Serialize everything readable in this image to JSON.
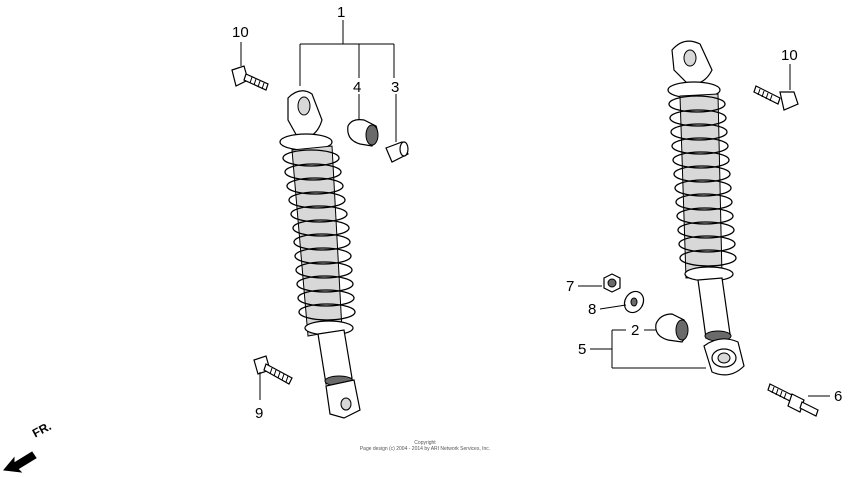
{
  "callouts": {
    "c1": "1",
    "c2": "2",
    "c3": "3",
    "c4": "4",
    "c5": "5",
    "c6": "6",
    "c7": "7",
    "c8": "8",
    "c9": "9",
    "c10_left": "10",
    "c10_right": "10"
  },
  "direction_label": "FR.",
  "copyright": {
    "line1": "Copyright",
    "line2": "Page design (c) 2004 - 2014 by ARI Network Services, Inc."
  }
}
